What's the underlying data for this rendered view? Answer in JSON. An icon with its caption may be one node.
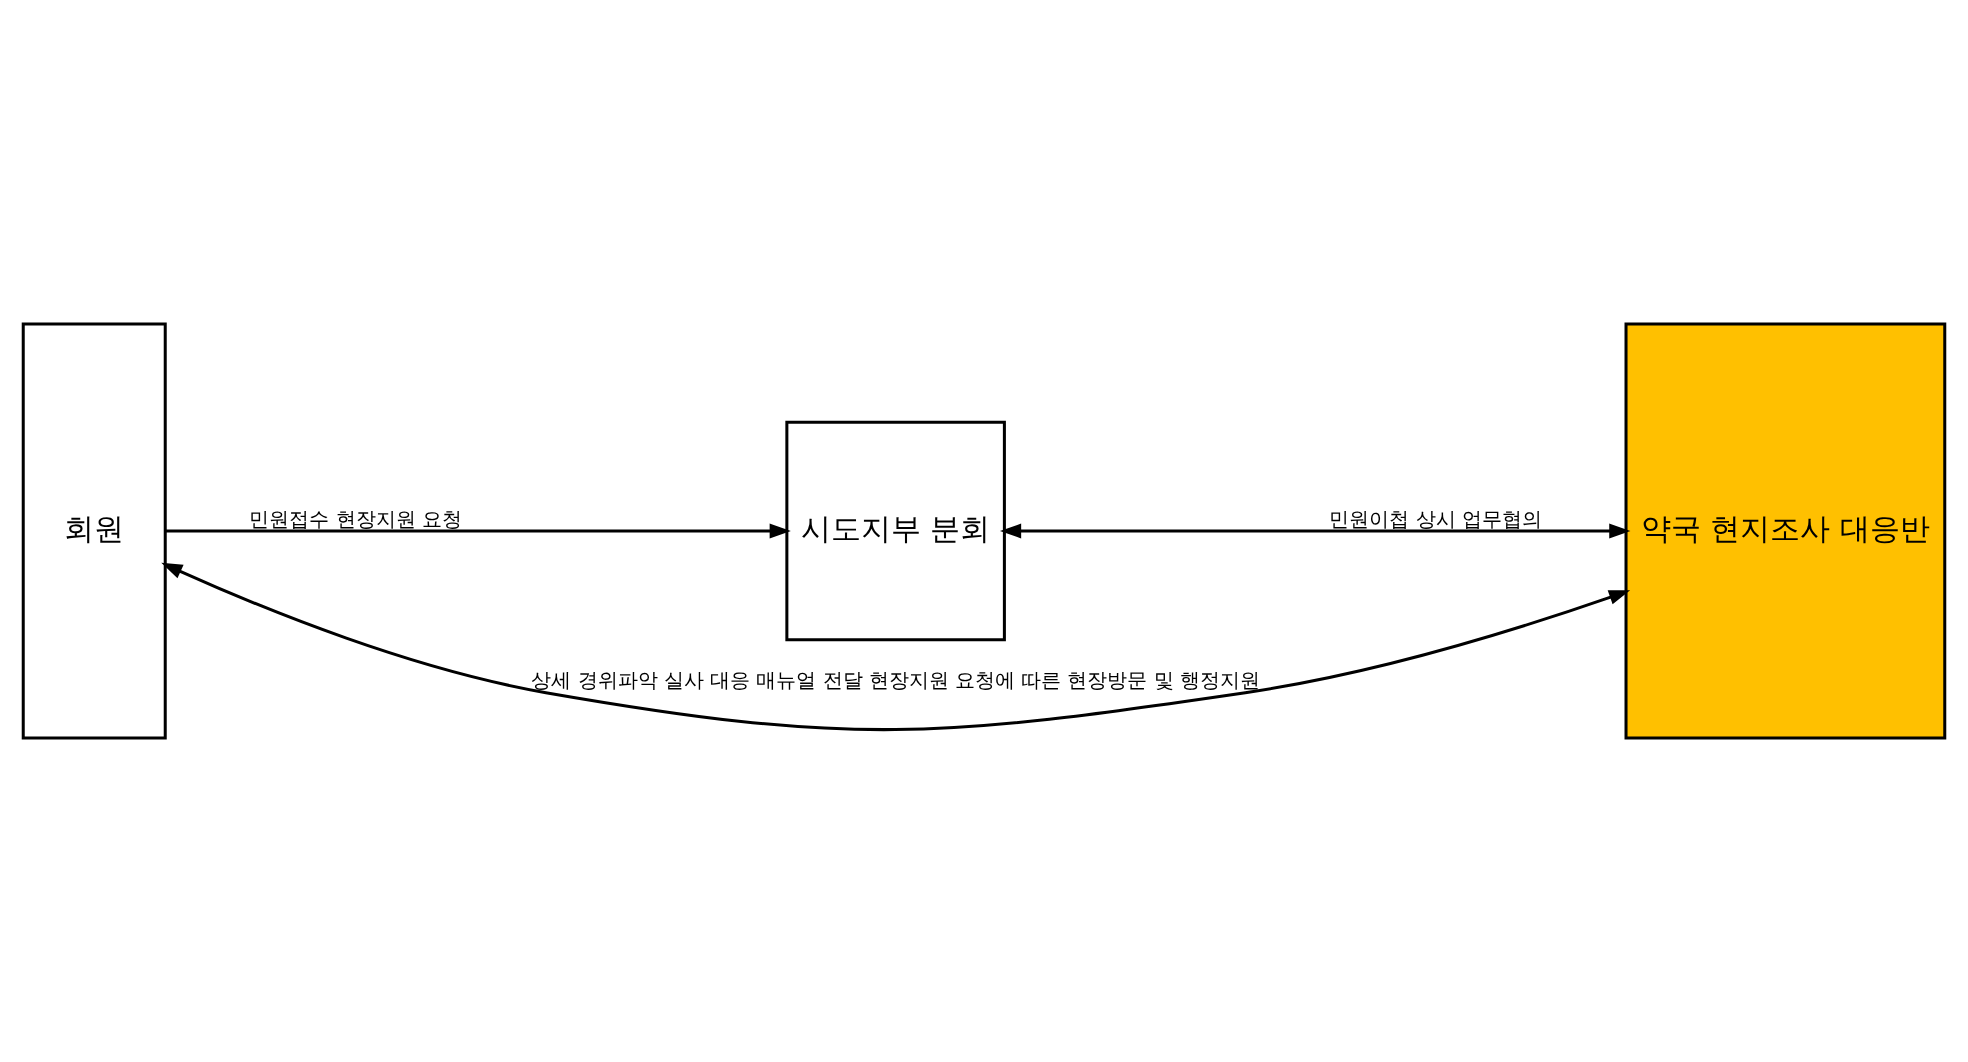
{
  "diagram": {
    "nodes": [
      {
        "text": [
          "회원"
        ]
      },
      {
        "text": [
          "시도지부 분회"
        ]
      },
      {
        "text": [
          "약국 현지조사 대응반"
        ]
      }
    ],
    "edges": [
      {
        "from": 0,
        "to": 1,
        "arrow": "to",
        "label": "민원접수 현장지원 요청"
      },
      {
        "from": 1,
        "to": 2,
        "arrow": "both",
        "label": "민원이첩 상시 업무협의"
      },
      {
        "from": 0,
        "to": 2,
        "arrow": "both",
        "label": "상세 경위파악 실사 대응 매뉴얼 전달 현장지원 요청에 따른 현장방문 및 행정지원"
      }
    ]
  }
}
